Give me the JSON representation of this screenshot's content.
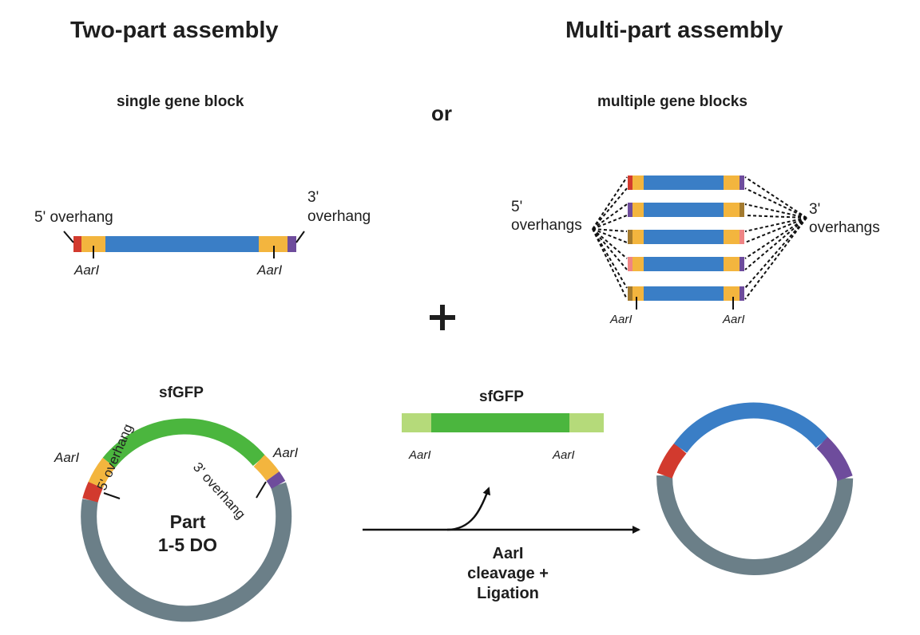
{
  "titles": {
    "two_part": "Two-part assembly",
    "multi_part": "Multi-part assembly",
    "or": "or",
    "plus": "+"
  },
  "two_part": {
    "subtitle": "single gene block",
    "five_prime": "5' overhang",
    "three_prime_line1": "3'",
    "three_prime_line2": "overhang",
    "site_left": "AarI",
    "site_right": "AarI"
  },
  "multi_part": {
    "subtitle": "multiple gene blocks",
    "five_prime_line1": "5'",
    "five_prime_line2": "overhangs",
    "three_prime_line1": "3'",
    "three_prime_line2": "overhangs",
    "site_left": "AarI",
    "site_right": "AarI"
  },
  "plasmid": {
    "insert_label": "sfGFP",
    "site_left": "AarI",
    "site_right": "AarI",
    "five_prime": "5' overhang",
    "three_prime": "3' overhang",
    "name_line1": "Part",
    "name_line2": "1-5 DO"
  },
  "dropout": {
    "label": "sfGFP",
    "site_left": "AarI",
    "site_right": "AarI"
  },
  "reaction": {
    "line1": "AarI",
    "line2": "cleavage +",
    "line3": "Ligation"
  },
  "colors": {
    "blue": "#3a7ec6",
    "yellow": "#f3b53e",
    "red": "#d23a2e",
    "purple": "#6e4c9c",
    "green": "#4bb63e",
    "light_green": "#b5da7a",
    "grey": "#6b7f88",
    "brown": "#a37a2e",
    "pink": "#ef8484"
  }
}
